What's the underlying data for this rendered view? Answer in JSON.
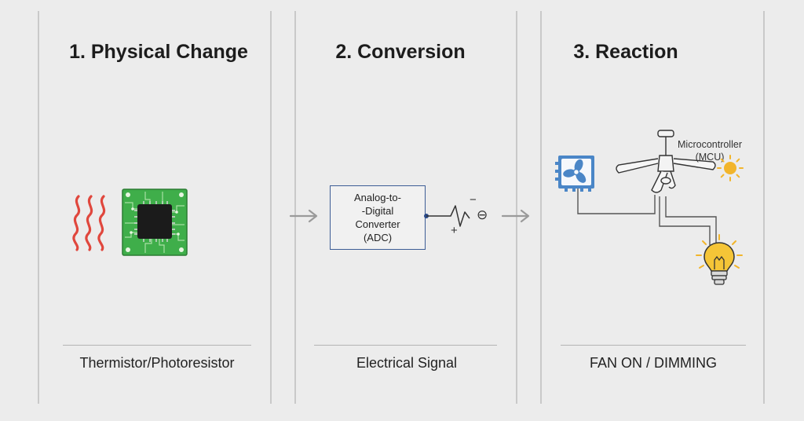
{
  "panels": [
    {
      "title": "1. Physical Change",
      "caption": "Thermistor/Photoresistor"
    },
    {
      "title": "2. Conversion",
      "caption": "Electrical Signal"
    },
    {
      "title": "3. Reaction",
      "caption": "FAN ON / DIMMING"
    }
  ],
  "adc": {
    "line1": "Analog-to-",
    "line2": "-Digital",
    "line3": "Converter",
    "line4": "(ADC)"
  },
  "signal": {
    "minus": "−",
    "plus": "+",
    "minus_circle": "⊖"
  },
  "mcu": {
    "line1": "Microcontroller",
    "line2": "(MCU)"
  },
  "colors": {
    "background": "#ececec",
    "heat_waves": "#e0473d",
    "pcb_green": "#3fae4a",
    "chip": "#1b1b1b",
    "adc_border": "#3d5d96",
    "fan_box": "#4a86c7",
    "sun": "#f2b52b",
    "bulb": "#f5c537",
    "arrow": "#9a9a9a"
  },
  "icons": [
    "heat-waves-icon",
    "circuit-board-icon",
    "right-arrow-icon",
    "signal-wave-icon",
    "fan-box-icon",
    "ceiling-fan-icon",
    "sun-icon",
    "light-bulb-icon"
  ]
}
